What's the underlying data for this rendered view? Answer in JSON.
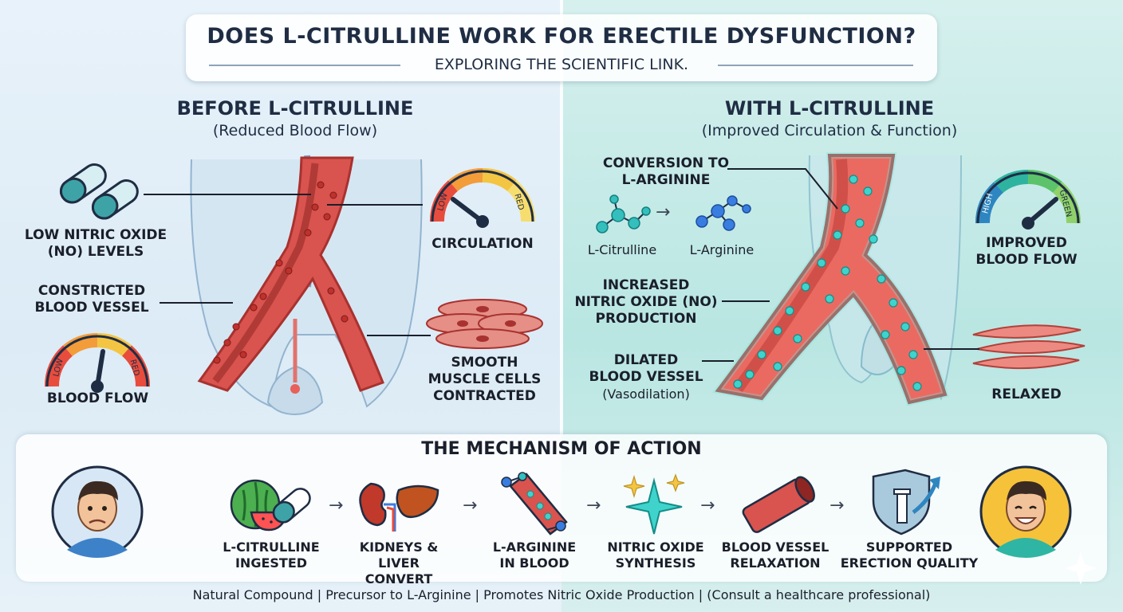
{
  "header": {
    "title": "DOES L-CITRULLINE WORK FOR ERECTILE DYSFUNCTION?",
    "subtitle": "EXPLORING THE SCIENTIFIC LINK."
  },
  "before": {
    "heading": "BEFORE L-CITRULLINE",
    "subheading": "(Reduced Blood Flow)",
    "labels": {
      "low_no_line1": "LOW NITRIC OXIDE",
      "low_no_line2": "(NO) LEVELS",
      "constricted_line1": "CONSTRICTED",
      "constricted_line2": "BLOOD VESSEL",
      "blood_flow": "BLOOD FLOW",
      "circulation": "CIRCULATION",
      "smooth_line1": "SMOOTH",
      "smooth_line2": "MUSCLE CELLS",
      "smooth_line3": "CONTRACTED"
    },
    "gauges": {
      "circulation": {
        "low": "LOW",
        "high": "RED",
        "level": 0.25
      },
      "blood_flow": {
        "low": "LOW",
        "high": "RED",
        "level": 0.45
      }
    }
  },
  "with": {
    "heading": "WITH L-CITRULLINE",
    "subheading": "(Improved Circulation & Function)",
    "labels": {
      "conversion_line1": "CONVERSION TO",
      "conversion_line2": "L-ARGININE",
      "l_citrulline": "L-Citrulline",
      "l_arginine": "L-Arginine",
      "increased_line1": "INCREASED",
      "increased_line2": "NITRIC OXIDE (NO)",
      "increased_line3": "PRODUCTION",
      "dilated_line1": "DILATED",
      "dilated_line2": "BLOOD VESSEL",
      "dilated_line3": "(Vasodilation)",
      "improved_line1": "IMPROVED",
      "improved_line2": "BLOOD FLOW",
      "relaxed": "RELAXED"
    },
    "gauge": {
      "low": "HIGH",
      "high": "GREEN",
      "level": 0.75
    }
  },
  "mechanism": {
    "title": "THE MECHANISM OF ACTION",
    "steps": [
      {
        "line1": "L-CITRULLINE",
        "line2": "INGESTED",
        "icon": "watermelon-capsule-icon"
      },
      {
        "line1": "KIDNEYS & LIVER",
        "line2": "CONVERT",
        "icon": "kidney-liver-icon"
      },
      {
        "line1": "L-ARGININE",
        "line2": "IN BLOOD",
        "icon": "blood-vessel-molecule-icon"
      },
      {
        "line1": "NITRIC OXIDE",
        "line2": "SYNTHESIS",
        "icon": "sparkle-icon"
      },
      {
        "line1": "BLOOD VESSEL",
        "line2": "RELAXATION",
        "icon": "vessel-tube-icon"
      },
      {
        "line1": "SUPPORTED",
        "line2": "ERECTION QUALITY",
        "icon": "shield-arrow-icon"
      }
    ],
    "arrow": "→"
  },
  "footer": {
    "text": "Natural Compound | Precursor to L-Arginine | Promotes Nitric Oxide Production | (Consult a healthcare professional)"
  },
  "colors": {
    "vessel": "#d9534f",
    "vessel_dark": "#a8322f",
    "teal": "#2ec4c0",
    "navy": "#1f2d44"
  }
}
